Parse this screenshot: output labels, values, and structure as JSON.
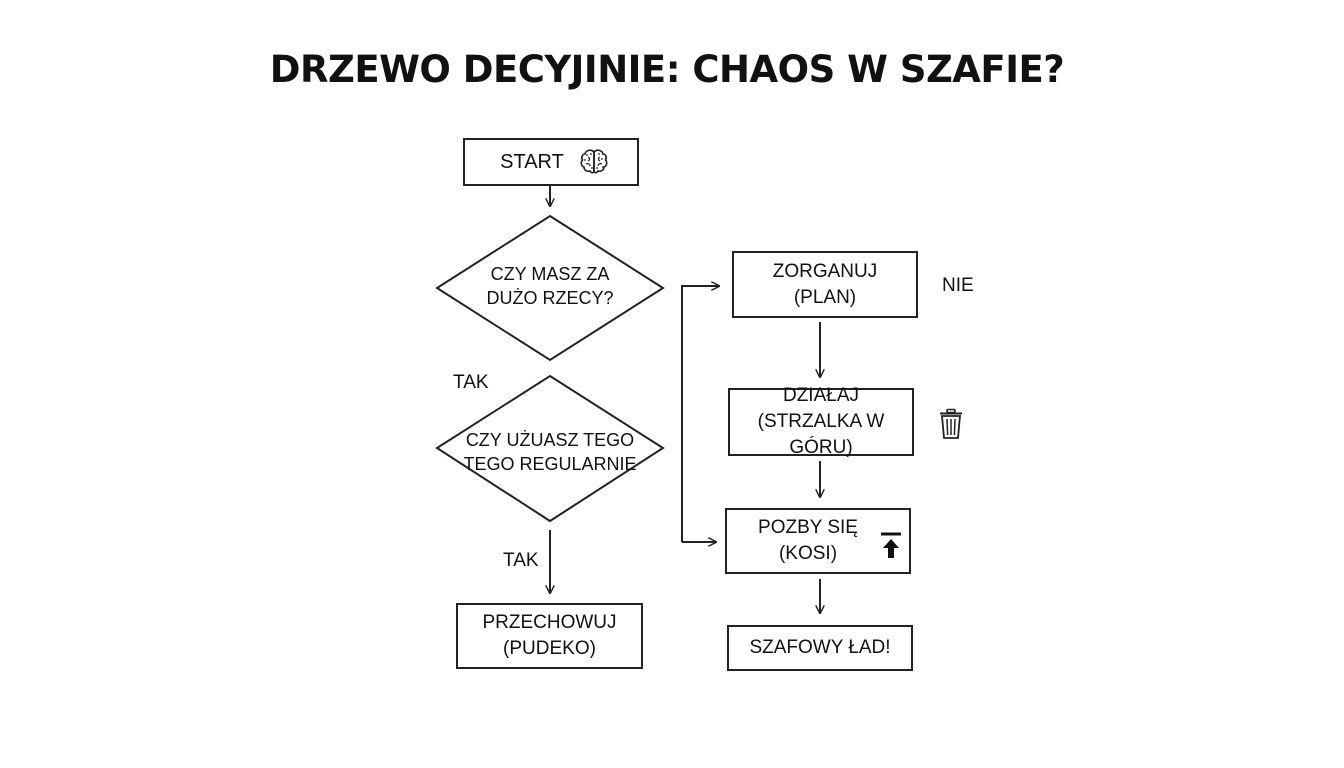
{
  "title": "DRZEWO DECYJINIE: CHAOS W SZAFIE?",
  "nodes": {
    "start": {
      "label": "START",
      "icon": "brain-icon"
    },
    "q1": {
      "line1": "CZY MASZ ZA",
      "line2": "DUŻO RZECY?"
    },
    "q2": {
      "line1": "CZY UŻUASZ TEGO",
      "line2": "TEGO REGULARNIE"
    },
    "store": {
      "line1": "PRZECHOWUJ",
      "line2": "(PUDEKO)"
    },
    "organize": {
      "line1": "ZORGANUJ",
      "line2": "(PLAN)"
    },
    "act": {
      "line1": "DZIAŁAJ",
      "line2": "(STRZALKA W GÓRU)",
      "icon": "trash-icon"
    },
    "discard": {
      "line1": "POZBY SIĘ",
      "line2": "(KOSI)",
      "icon": "upload-arrow-icon"
    },
    "done": {
      "label": "SZAFOWY ŁAD!"
    }
  },
  "edge_labels": {
    "tak_1": "TAK",
    "tak_2": "TAK",
    "nie": "NIE"
  }
}
